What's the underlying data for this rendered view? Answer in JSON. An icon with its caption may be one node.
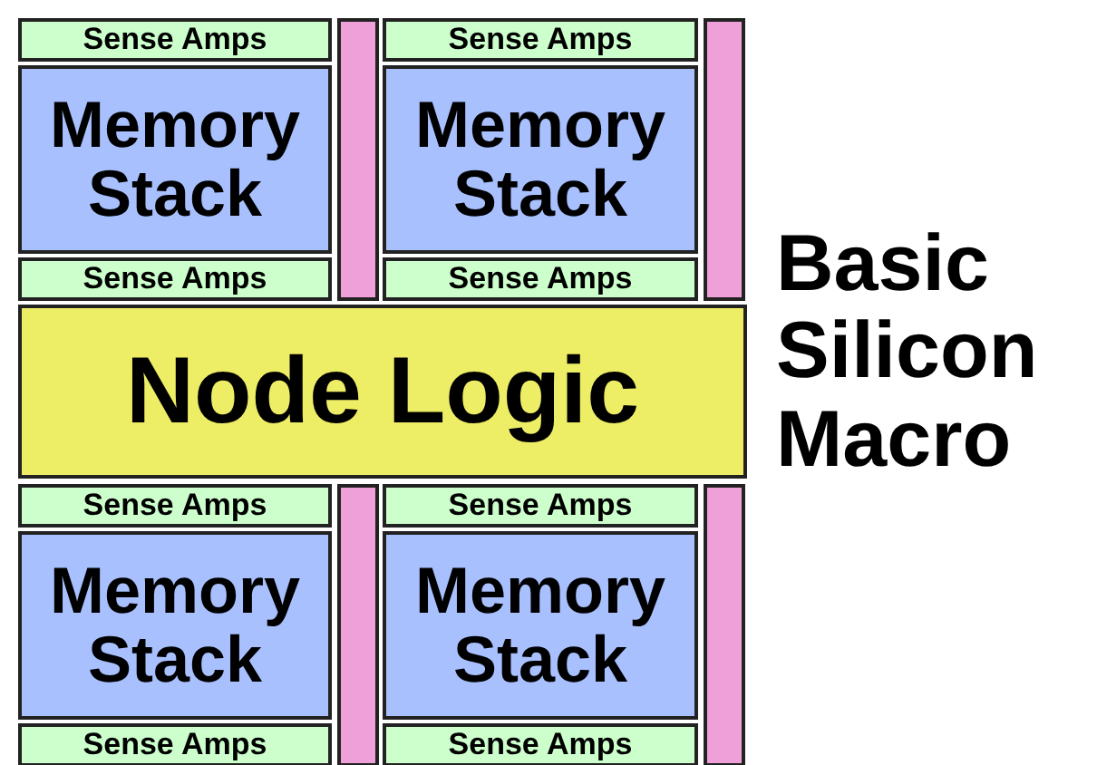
{
  "diagram": {
    "title": "Basic Silicon Macro",
    "nodes": [
      {
        "text": [
          "Sense Amps"
        ]
      },
      {
        "text": [
          "Sense Amps"
        ]
      },
      {
        "text": [
          "Memory Stack"
        ]
      },
      {
        "text": [
          "Memory Stack"
        ]
      },
      {
        "text": [
          "Sense Amps"
        ]
      },
      {
        "text": [
          "Sense Amps"
        ]
      },
      {
        "text": [
          "Node Logic"
        ]
      },
      {
        "text": [
          "Sense Amps"
        ]
      },
      {
        "text": [
          "Sense Amps"
        ]
      },
      {
        "text": [
          "Memory Stack"
        ]
      },
      {
        "text": [
          "Memory Stack"
        ]
      },
      {
        "text": [
          "Sense Amps"
        ]
      },
      {
        "text": [
          "Sense Amps"
        ]
      },
      {
        "text": [],
        "shape": "bar"
      },
      {
        "text": [],
        "shape": "bar"
      },
      {
        "text": [],
        "shape": "bar"
      },
      {
        "text": [],
        "shape": "bar"
      }
    ],
    "edges": []
  }
}
